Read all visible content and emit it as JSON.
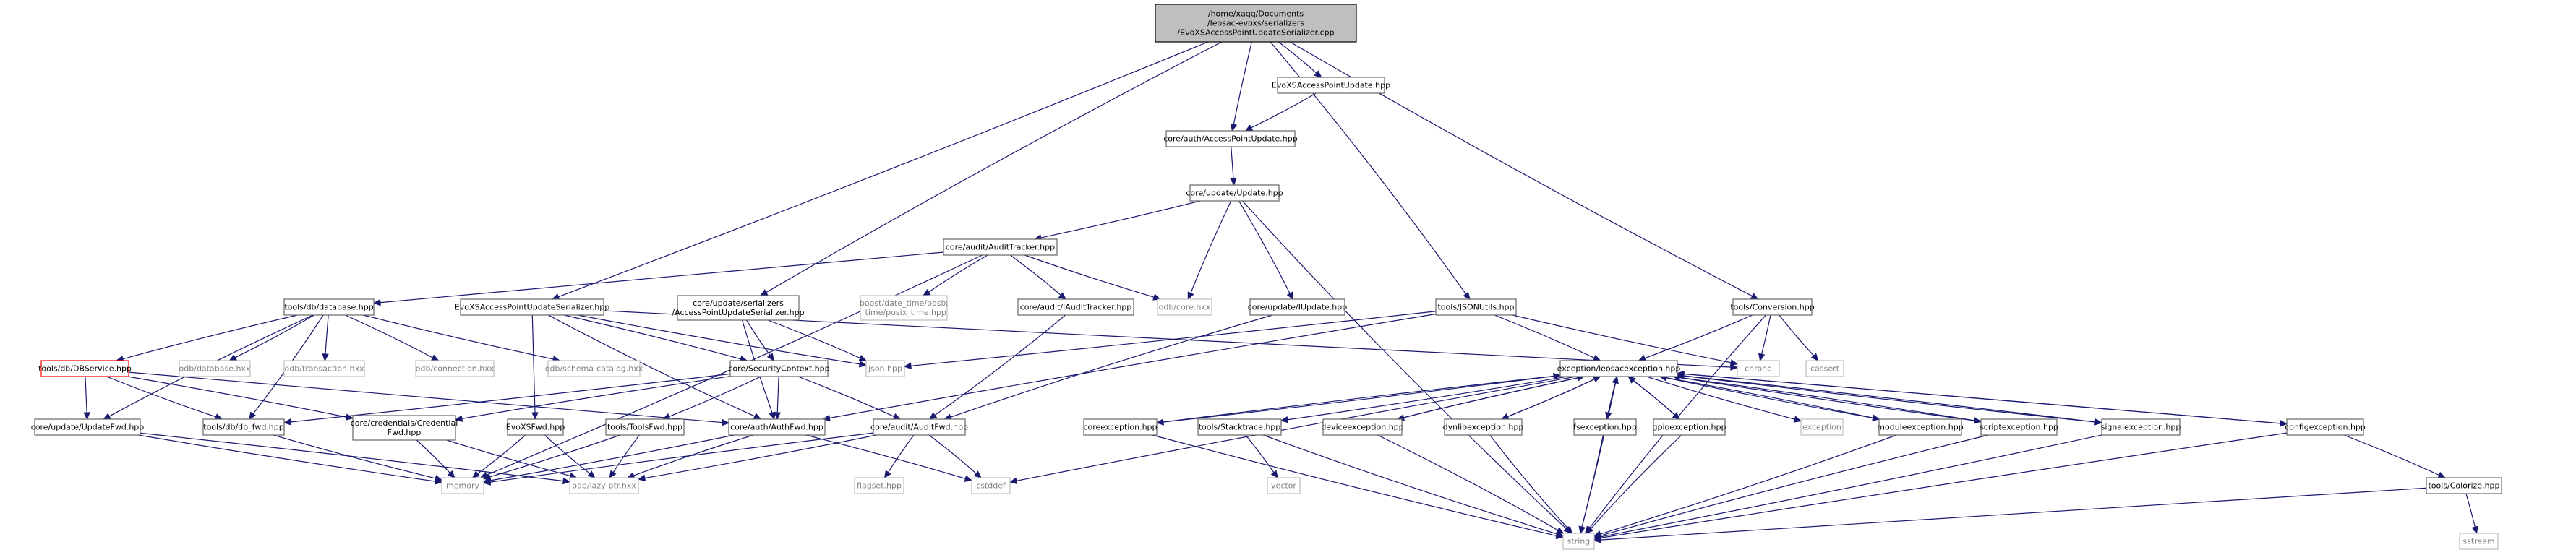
{
  "diagram": {
    "nodes": [
      {
        "id": "root",
        "lines": [
          "/home/xaqq/Documents",
          "/leosac-evoxs/serializers",
          "/EvoXSAccessPointUpdateSerializer.cpp"
        ],
        "style": "root"
      },
      {
        "id": "evoxsapu",
        "lines": [
          "EvoXSAccessPointUpdate.hpp"
        ],
        "style": "normal"
      },
      {
        "id": "apu",
        "lines": [
          "core/auth/AccessPointUpdate.hpp"
        ],
        "style": "normal"
      },
      {
        "id": "update",
        "lines": [
          "core/update/Update.hpp"
        ],
        "style": "normal"
      },
      {
        "id": "audittracker",
        "lines": [
          "core/audit/AuditTracker.hpp"
        ],
        "style": "normal"
      },
      {
        "id": "database",
        "lines": [
          "tools/db/database.hpp"
        ],
        "style": "normal"
      },
      {
        "id": "evoxsser",
        "lines": [
          "EvoXSAccessPointUpdateSerializer.hpp"
        ],
        "style": "normal"
      },
      {
        "id": "apuser",
        "lines": [
          "core/update/serializers",
          "/AccessPointUpdateSerializer.hpp"
        ],
        "style": "normal"
      },
      {
        "id": "boostptime",
        "lines": [
          "boost/date_time/posix",
          "_time/posix_time.hpp"
        ],
        "style": "missing"
      },
      {
        "id": "iaudit",
        "lines": [
          "core/audit/IAuditTracker.hpp"
        ],
        "style": "normal"
      },
      {
        "id": "odbcore",
        "lines": [
          "odb/core.hxx"
        ],
        "style": "missing"
      },
      {
        "id": "iupdate",
        "lines": [
          "core/update/IUpdate.hpp"
        ],
        "style": "normal"
      },
      {
        "id": "jsonutils",
        "lines": [
          "tools/JSONUtils.hpp"
        ],
        "style": "normal"
      },
      {
        "id": "conversion",
        "lines": [
          "tools/Conversion.hpp"
        ],
        "style": "normal"
      },
      {
        "id": "dbservice",
        "lines": [
          "tools/db/DBService.hpp"
        ],
        "style": "warn"
      },
      {
        "id": "odbdatabase",
        "lines": [
          "odb/database.hxx"
        ],
        "style": "missing"
      },
      {
        "id": "odbtransaction",
        "lines": [
          "odb/transaction.hxx"
        ],
        "style": "missing"
      },
      {
        "id": "odbconnection",
        "lines": [
          "odb/connection.hxx"
        ],
        "style": "missing"
      },
      {
        "id": "odbschema",
        "lines": [
          "odb/schema-catalog.hxx"
        ],
        "style": "missing"
      },
      {
        "id": "secctx",
        "lines": [
          "core/SecurityContext.hpp"
        ],
        "style": "normal"
      },
      {
        "id": "json",
        "lines": [
          "json.hpp"
        ],
        "style": "missing"
      },
      {
        "id": "chrono",
        "lines": [
          "chrono"
        ],
        "style": "missing"
      },
      {
        "id": "cassert",
        "lines": [
          "cassert"
        ],
        "style": "missing"
      },
      {
        "id": "leosacex",
        "lines": [
          "exception/leosacexception.hpp"
        ],
        "style": "normal"
      },
      {
        "id": "updatefwd",
        "lines": [
          "core/update/UpdateFwd.hpp"
        ],
        "style": "normal"
      },
      {
        "id": "dbfwd",
        "lines": [
          "tools/db/db_fwd.hpp"
        ],
        "style": "normal"
      },
      {
        "id": "credfwd",
        "lines": [
          "core/credentials/Credential",
          "Fwd.hpp"
        ],
        "style": "normal"
      },
      {
        "id": "evoxsfwd",
        "lines": [
          "EvoXSFwd.hpp"
        ],
        "style": "normal"
      },
      {
        "id": "toolsfwd",
        "lines": [
          "tools/ToolsFwd.hpp"
        ],
        "style": "normal"
      },
      {
        "id": "authfwd",
        "lines": [
          "core/auth/AuthFwd.hpp"
        ],
        "style": "normal"
      },
      {
        "id": "auditfwd",
        "lines": [
          "core/audit/AuditFwd.hpp"
        ],
        "style": "normal"
      },
      {
        "id": "coreex",
        "lines": [
          "coreexception.hpp"
        ],
        "style": "normal"
      },
      {
        "id": "stacktrace",
        "lines": [
          "tools/Stacktrace.hpp"
        ],
        "style": "normal"
      },
      {
        "id": "deviceex",
        "lines": [
          "deviceexception.hpp"
        ],
        "style": "normal"
      },
      {
        "id": "dynlibex",
        "lines": [
          "dynlibexception.hpp"
        ],
        "style": "normal"
      },
      {
        "id": "fsex",
        "lines": [
          "fsexception.hpp"
        ],
        "style": "normal"
      },
      {
        "id": "gpioex",
        "lines": [
          "gpioexception.hpp"
        ],
        "style": "normal"
      },
      {
        "id": "exception",
        "lines": [
          "exception"
        ],
        "style": "missing"
      },
      {
        "id": "moduleex",
        "lines": [
          "moduleexception.hpp"
        ],
        "style": "normal"
      },
      {
        "id": "scriptex",
        "lines": [
          "scriptexception.hpp"
        ],
        "style": "normal"
      },
      {
        "id": "signalex",
        "lines": [
          "signalexception.hpp"
        ],
        "style": "normal"
      },
      {
        "id": "configex",
        "lines": [
          "configexception.hpp"
        ],
        "style": "normal"
      },
      {
        "id": "memory",
        "lines": [
          "memory"
        ],
        "style": "missing"
      },
      {
        "id": "lazyptr",
        "lines": [
          "odb/lazy-ptr.hxx"
        ],
        "style": "missing"
      },
      {
        "id": "flagset",
        "lines": [
          "flagset.hpp"
        ],
        "style": "missing"
      },
      {
        "id": "cstddef",
        "lines": [
          "cstddef"
        ],
        "style": "missing"
      },
      {
        "id": "vector",
        "lines": [
          "vector"
        ],
        "style": "missing"
      },
      {
        "id": "string",
        "lines": [
          "string"
        ],
        "style": "missing"
      },
      {
        "id": "colorize",
        "lines": [
          "tools/Colorize.hpp"
        ],
        "style": "normal"
      },
      {
        "id": "sstream",
        "lines": [
          "sstream"
        ],
        "style": "missing"
      }
    ],
    "edges": [
      [
        "root",
        "evoxsapu"
      ],
      [
        "root",
        "apu"
      ],
      [
        "root",
        "evoxsser"
      ],
      [
        "root",
        "apuser"
      ],
      [
        "root",
        "jsonutils"
      ],
      [
        "root",
        "conversion"
      ],
      [
        "evoxsapu",
        "apu"
      ],
      [
        "apu",
        "update"
      ],
      [
        "update",
        "audittracker"
      ],
      [
        "update",
        "odbcore"
      ],
      [
        "update",
        "iupdate"
      ],
      [
        "update",
        "string"
      ],
      [
        "audittracker",
        "database"
      ],
      [
        "audittracker",
        "boostptime"
      ],
      [
        "audittracker",
        "iaudit"
      ],
      [
        "audittracker",
        "odbcore"
      ],
      [
        "audittracker",
        "memory"
      ],
      [
        "database",
        "dbservice"
      ],
      [
        "database",
        "odbdatabase"
      ],
      [
        "database",
        "odbtransaction"
      ],
      [
        "database",
        "odbconnection"
      ],
      [
        "database",
        "odbschema"
      ],
      [
        "database",
        "dbfwd"
      ],
      [
        "database",
        "updatefwd"
      ],
      [
        "evoxsser",
        "secctx"
      ],
      [
        "evoxsser",
        "json"
      ],
      [
        "evoxsser",
        "evoxsfwd"
      ],
      [
        "evoxsser",
        "authfwd"
      ],
      [
        "evoxsser",
        "chrono"
      ],
      [
        "apuser",
        "secctx"
      ],
      [
        "apuser",
        "json"
      ],
      [
        "apuser",
        "authfwd"
      ],
      [
        "iaudit",
        "auditfwd"
      ],
      [
        "iupdate",
        "auditfwd"
      ],
      [
        "jsonutils",
        "json"
      ],
      [
        "jsonutils",
        "chrono"
      ],
      [
        "jsonutils",
        "leosacex"
      ],
      [
        "jsonutils",
        "authfwd"
      ],
      [
        "conversion",
        "chrono"
      ],
      [
        "conversion",
        "cassert"
      ],
      [
        "conversion",
        "leosacex"
      ],
      [
        "conversion",
        "string"
      ],
      [
        "dbservice",
        "updatefwd"
      ],
      [
        "dbservice",
        "dbfwd"
      ],
      [
        "dbservice",
        "credfwd"
      ],
      [
        "dbservice",
        "authfwd"
      ],
      [
        "secctx",
        "dbfwd"
      ],
      [
        "secctx",
        "credfwd"
      ],
      [
        "secctx",
        "toolsfwd"
      ],
      [
        "secctx",
        "authfwd"
      ],
      [
        "secctx",
        "auditfwd"
      ],
      [
        "updatefwd",
        "memory"
      ],
      [
        "updatefwd",
        "lazyptr"
      ],
      [
        "dbfwd",
        "memory"
      ],
      [
        "credfwd",
        "memory"
      ],
      [
        "credfwd",
        "lazyptr"
      ],
      [
        "evoxsfwd",
        "memory"
      ],
      [
        "evoxsfwd",
        "lazyptr"
      ],
      [
        "toolsfwd",
        "memory"
      ],
      [
        "toolsfwd",
        "lazyptr"
      ],
      [
        "authfwd",
        "memory"
      ],
      [
        "authfwd",
        "lazyptr"
      ],
      [
        "authfwd",
        "cstddef"
      ],
      [
        "auditfwd",
        "memory"
      ],
      [
        "auditfwd",
        "lazyptr"
      ],
      [
        "auditfwd",
        "flagset"
      ],
      [
        "auditfwd",
        "cstddef"
      ],
      [
        "leosacex",
        "coreex"
      ],
      [
        "leosacex",
        "stacktrace"
      ],
      [
        "leosacex",
        "deviceex"
      ],
      [
        "leosacex",
        "dynlibex"
      ],
      [
        "leosacex",
        "fsex"
      ],
      [
        "leosacex",
        "gpioex"
      ],
      [
        "leosacex",
        "exception"
      ],
      [
        "leosacex",
        "moduleex"
      ],
      [
        "leosacex",
        "scriptex"
      ],
      [
        "leosacex",
        "signalex"
      ],
      [
        "leosacex",
        "configex"
      ],
      [
        "leosacex",
        "string"
      ],
      [
        "leosacex",
        "cstddef"
      ],
      [
        "coreex",
        "leosacex"
      ],
      [
        "deviceex",
        "leosacex"
      ],
      [
        "dynlibex",
        "leosacex"
      ],
      [
        "fsex",
        "leosacex"
      ],
      [
        "gpioex",
        "leosacex"
      ],
      [
        "moduleex",
        "leosacex"
      ],
      [
        "scriptex",
        "leosacex"
      ],
      [
        "signalex",
        "leosacex"
      ],
      [
        "configex",
        "leosacex"
      ],
      [
        "coreex",
        "string"
      ],
      [
        "deviceex",
        "string"
      ],
      [
        "dynlibex",
        "string"
      ],
      [
        "fsex",
        "string"
      ],
      [
        "gpioex",
        "string"
      ],
      [
        "moduleex",
        "string"
      ],
      [
        "scriptex",
        "string"
      ],
      [
        "signalex",
        "string"
      ],
      [
        "configex",
        "string"
      ],
      [
        "stacktrace",
        "vector"
      ],
      [
        "stacktrace",
        "string"
      ],
      [
        "configex",
        "colorize"
      ],
      [
        "colorize",
        "string"
      ],
      [
        "colorize",
        "sstream"
      ]
    ]
  }
}
